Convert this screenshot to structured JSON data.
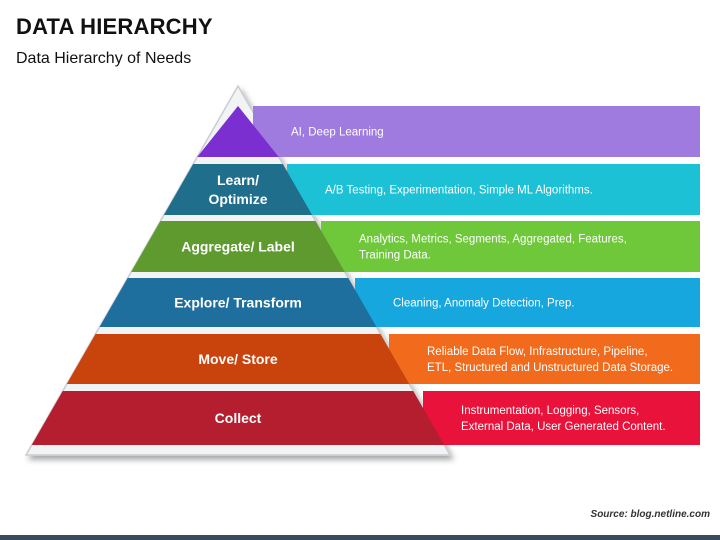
{
  "title": "DATA HIERARCHY",
  "subtitle": "Data Hierarchy of Needs",
  "source": "Source: blog.netline.com",
  "levels": [
    {
      "label": [],
      "description": [
        "AI, Deep Learning"
      ],
      "tier_color": "#7B2FD0",
      "band_color": "#9F7BE0"
    },
    {
      "label": [
        "Learn/",
        "Optimize"
      ],
      "description": [
        "A/B Testing, Experimentation, Simple ML Algorithms."
      ],
      "tier_color": "#1F6E8C",
      "band_color": "#1CC1D6"
    },
    {
      "label": [
        "Aggregate/ Label"
      ],
      "description": [
        "Analytics, Metrics, Segments, Aggregated, Features,",
        "Training Data."
      ],
      "tier_color": "#5E9A2E",
      "band_color": "#6EC83A"
    },
    {
      "label": [
        "Explore/ Transform"
      ],
      "description": [
        "Cleaning, Anomaly Detection, Prep."
      ],
      "tier_color": "#1E6E9E",
      "band_color": "#16A7DF"
    },
    {
      "label": [
        "Move/ Store"
      ],
      "description": [
        "Reliable Data Flow, Infrastructure, Pipeline,",
        "ETL, Structured and Unstructured Data Storage."
      ],
      "tier_color": "#C9430D",
      "band_color": "#F26A1B"
    },
    {
      "label": [
        "Collect"
      ],
      "description": [
        "Instrumentation, Logging, Sensors,",
        "External Data, User Generated Content."
      ],
      "tier_color": "#B51E2E",
      "band_color": "#E8123A"
    }
  ]
}
